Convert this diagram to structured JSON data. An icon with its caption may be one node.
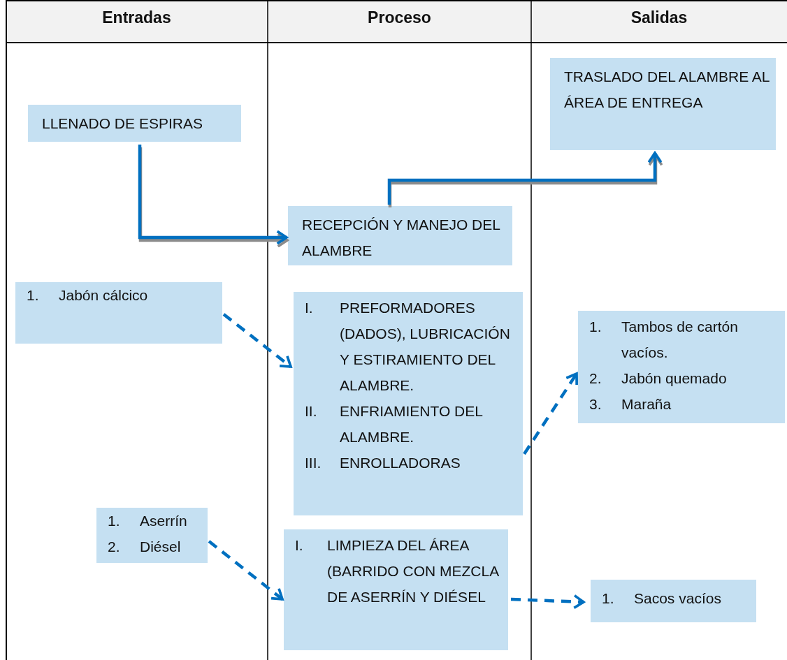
{
  "diagram": {
    "nodes": [
      {
        "text": [
          "LLENADO DE ESPIRAS"
        ]
      },
      {
        "text": [
          "RECEPCIÓN Y MANEJO DEL ALAMBRE"
        ]
      },
      {
        "text": [
          "TRASLADO DEL ALAMBRE AL ÁREA DE ENTREGA"
        ]
      },
      {
        "text": [
          "1. Jabón cálcico"
        ]
      },
      {
        "text": [
          "I. PREFORMADORES (DADOS), LUBRICACIÓN Y ESTIRAMIENTO DEL ALAMBRE.",
          "II. ENFRIAMIENTO DEL ALAMBRE.",
          "III. ENROLLADORAS"
        ]
      },
      {
        "text": [
          "1. Tambos de cartón vacíos.",
          "2. Jabón quemado",
          "3. Maraña"
        ]
      },
      {
        "text": [
          "1. Aserrín",
          "2. Diésel"
        ]
      },
      {
        "text": [
          "I. LIMPIEZA DEL ÁREA (BARRIDO CON MEZCLA DE ASERRÍN Y DIÉSEL"
        ]
      },
      {
        "text": [
          "1. Sacos vacíos"
        ]
      }
    ],
    "edges": [
      {
        "from": 0,
        "to": 1,
        "arrow": "to"
      },
      {
        "from": 1,
        "to": 2,
        "arrow": "to"
      },
      {
        "from": 3,
        "to": 4,
        "arrow": "to",
        "style": "dashed"
      },
      {
        "from": 4,
        "to": 5,
        "arrow": "to",
        "style": "dashed"
      },
      {
        "from": 6,
        "to": 7,
        "arrow": "to",
        "style": "dashed"
      },
      {
        "from": 7,
        "to": 8,
        "arrow": "to",
        "style": "dashed"
      }
    ],
    "labels": [
      "Entradas",
      "Proceso",
      "Salidas"
    ]
  }
}
